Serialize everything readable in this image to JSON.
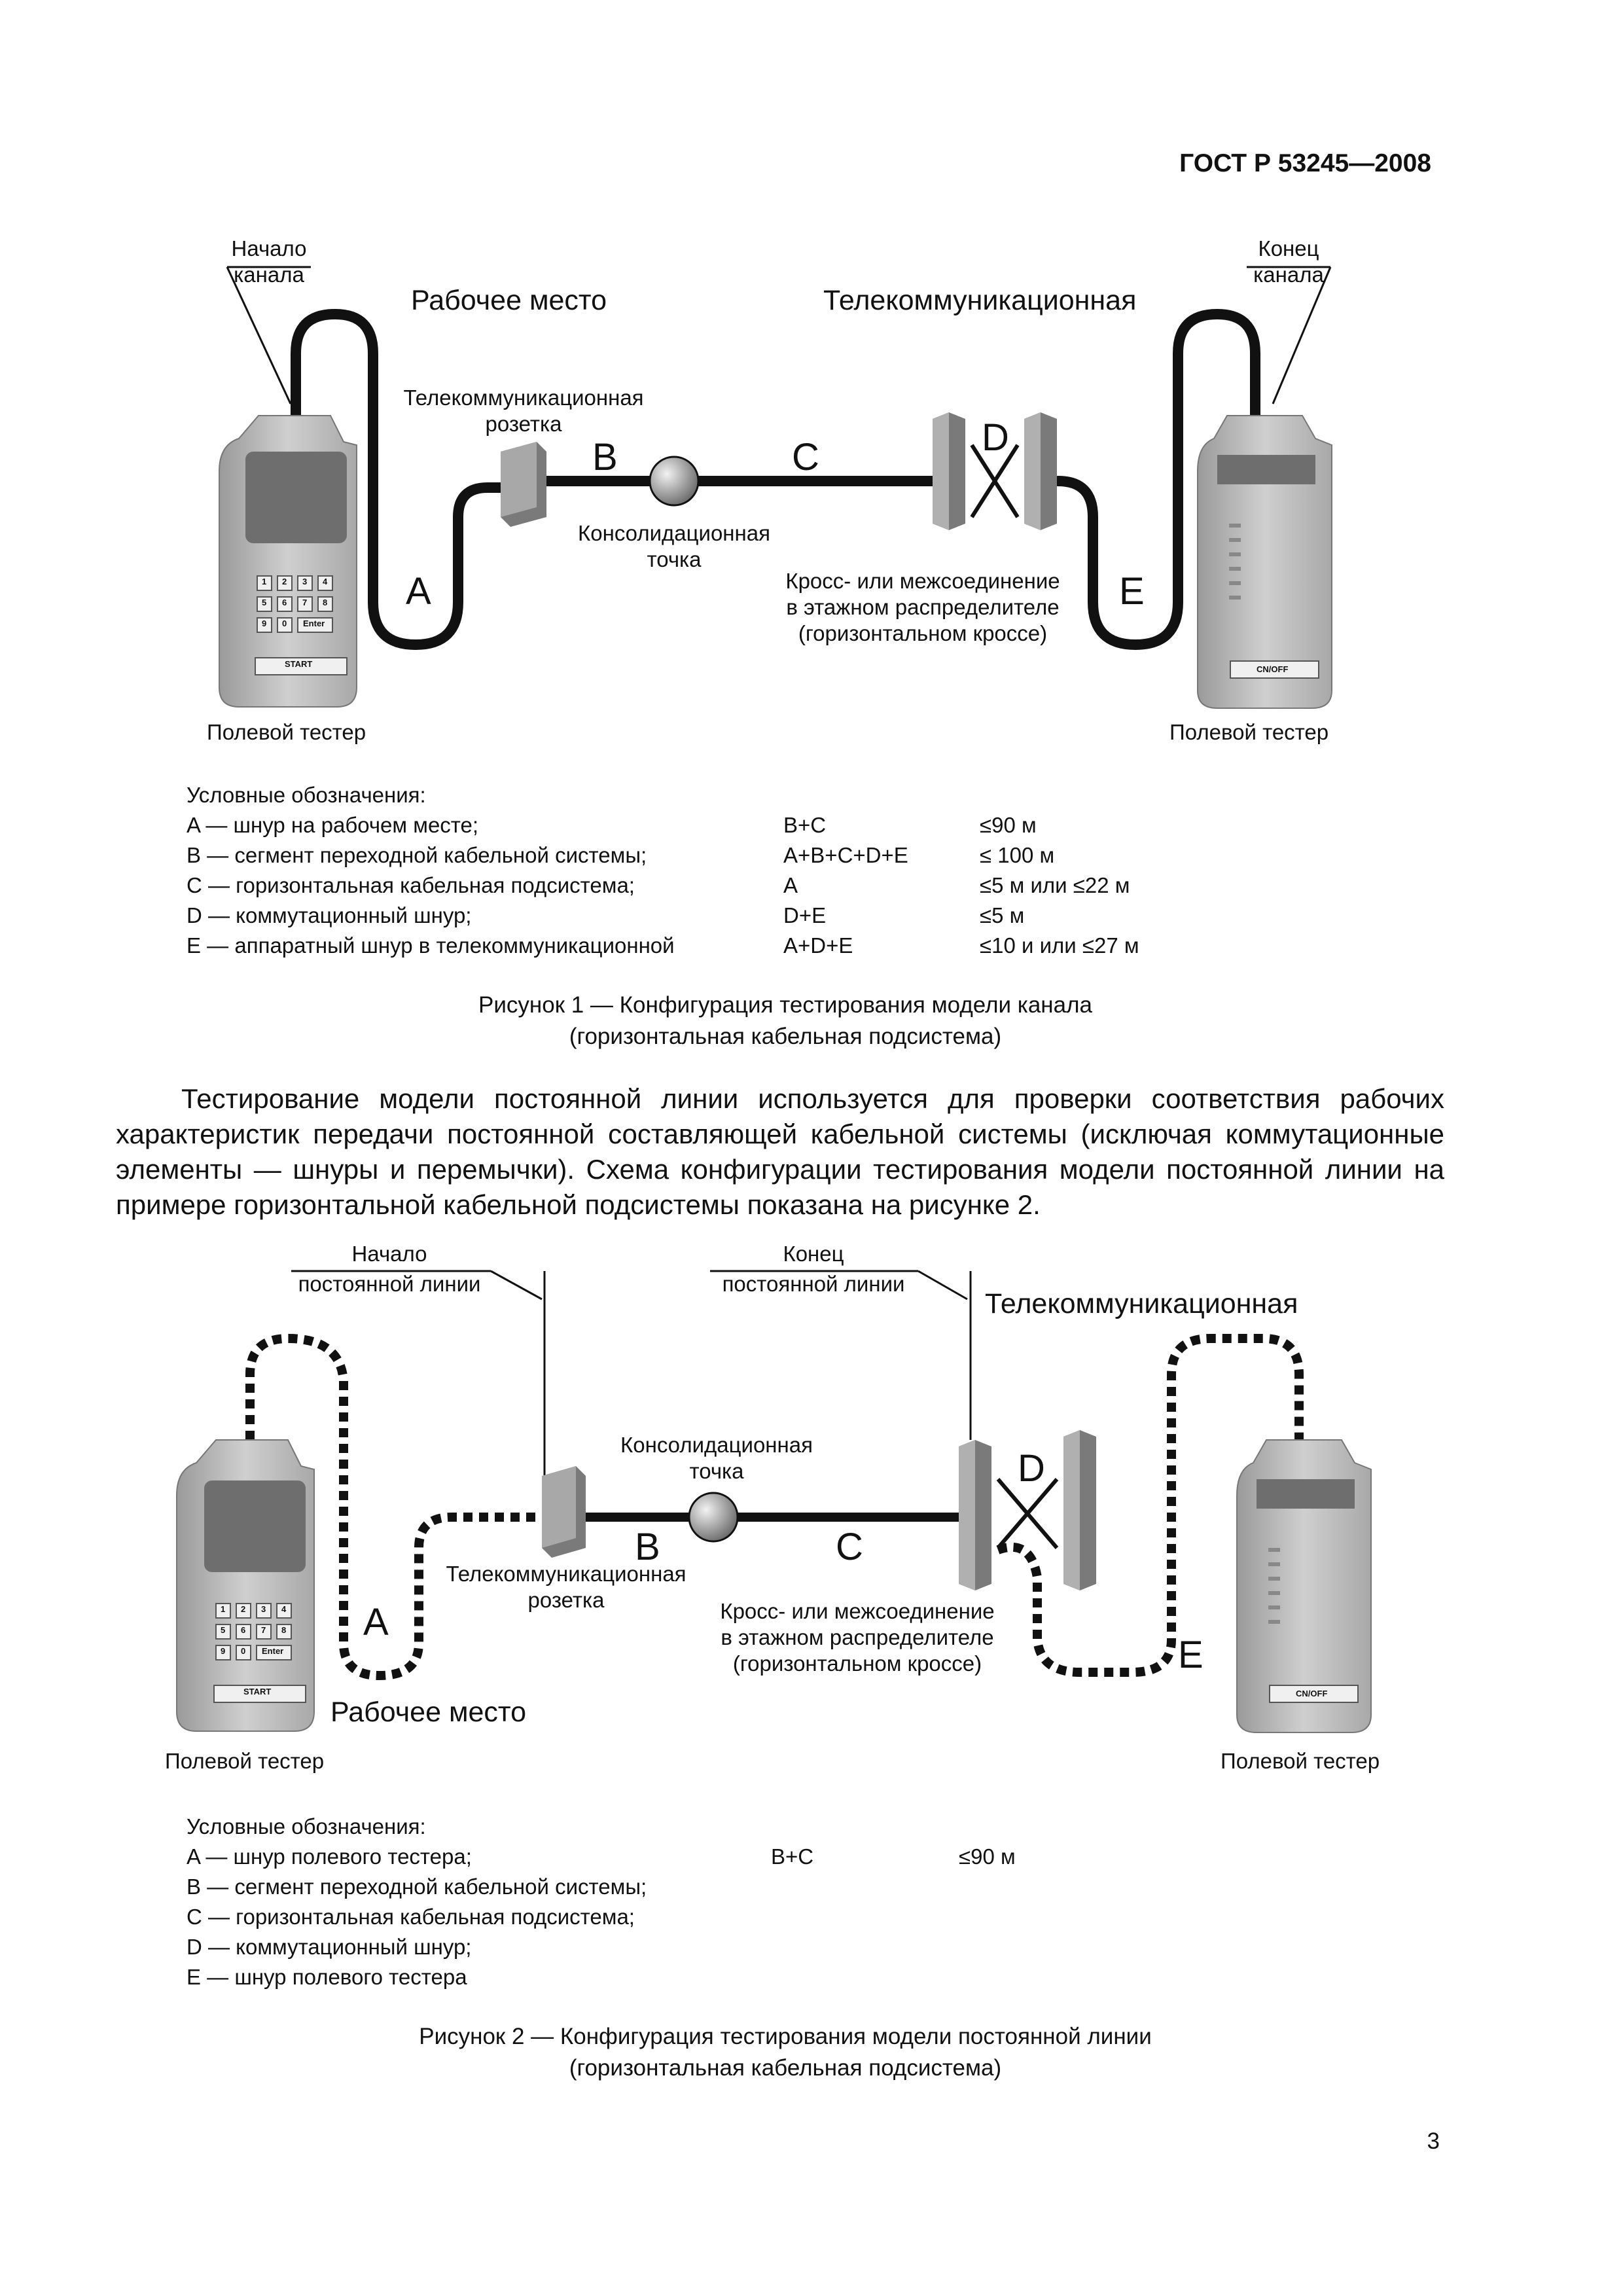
{
  "header": {
    "standard": "ГОСТ Р 53245—2008"
  },
  "figure1": {
    "start_label": [
      "Начало",
      "канала"
    ],
    "end_label": [
      "Конец",
      "канала"
    ],
    "work_area": "Рабочее место",
    "telecom": "Телекоммуникационная",
    "outlet": [
      "Телекоммуникационная",
      "розетка"
    ],
    "consolidation": [
      "Консолидационная",
      "точка"
    ],
    "cross": [
      "Кросс- или межсоединение",
      "в этажном распределителе",
      "(горизонтальном кроссе)"
    ],
    "tester_left": "Полевой тестер",
    "tester_right": "Полевой тестер",
    "letters": {
      "a": "A",
      "b": "B",
      "c": "C",
      "d": "D",
      "e": "E"
    },
    "device_left": {
      "keys": [
        "1",
        "2",
        "3",
        "4",
        "5",
        "6",
        "7",
        "8",
        "9",
        "0",
        "Enter"
      ],
      "button": "START"
    },
    "device_right": {
      "button": "CN/OFF"
    },
    "legend_title": "Условные обозначения:",
    "legend": [
      {
        "def": "A — шнур на рабочем месте;",
        "combo": "B+C",
        "limit": "≤90 м"
      },
      {
        "def": "B — сегмент переходной кабельной системы;",
        "combo": "A+B+C+D+E",
        "limit": "≤ 100 м"
      },
      {
        "def": "C — горизонтальная кабельная подсистема;",
        "combo": "A",
        "limit": "≤5 м или ≤22 м"
      },
      {
        "def": "D — коммутационный шнур;",
        "combo": "D+E",
        "limit": "≤5 м"
      },
      {
        "def": "E — аппаратный шнур в телекоммуникационной",
        "combo": "A+D+E",
        "limit": "≤10 и или ≤27 м"
      }
    ],
    "caption": [
      "Рисунок 1 — Конфигурация тестирования модели канала",
      "(горизонтальная кабельная подсистема)"
    ]
  },
  "paragraph": "Тестирование модели постоянной линии используется для проверки соответствия рабочих характеристик передачи постоянной составляющей кабельной системы (исключая коммутационные элементы — шнуры и перемычки). Схема конфигурации тестирования модели постоянной линии на примере горизонтальной кабельной подсистемы показана на рисунке 2.",
  "figure2": {
    "start_label": [
      "Начало",
      "постоянной линии"
    ],
    "end_label": [
      "Конец",
      "постоянной линии"
    ],
    "telecom": "Телекоммуникационная",
    "consolidation": [
      "Консолидационная",
      "точка"
    ],
    "outlet": [
      "Телекоммуникационная",
      "розетка"
    ],
    "cross": [
      "Кросс- или межсоединение",
      "в этажном распределителе",
      "(горизонтальном кроссе)"
    ],
    "work_area": "Рабочее место",
    "tester_left": "Полевой тестер",
    "tester_right": "Полевой тестер",
    "letters": {
      "a": "A",
      "b": "B",
      "c": "C",
      "d": "D",
      "e": "E"
    },
    "device_left": {
      "keys": [
        "1",
        "2",
        "3",
        "4",
        "5",
        "6",
        "7",
        "8",
        "9",
        "0",
        "Enter"
      ],
      "button": "START"
    },
    "device_right": {
      "button": "CN/OFF"
    },
    "legend_title": "Условные обозначения:",
    "legend": [
      {
        "def": "A — шнур полевого тестера;",
        "combo": "B+C",
        "limit": "≤90 м"
      },
      {
        "def": "B — сегмент переходной кабельной системы;",
        "combo": "",
        "limit": ""
      },
      {
        "def": "C — горизонтальная кабельная подсистема;",
        "combo": "",
        "limit": ""
      },
      {
        "def": "D — коммутационный шнур;",
        "combo": "",
        "limit": ""
      },
      {
        "def": "E — шнур полевого тестера",
        "combo": "",
        "limit": ""
      }
    ],
    "caption": [
      "Рисунок 2 — Конфигурация тестирования модели постоянной линии",
      "(горизонтальная кабельная подсистема)"
    ]
  },
  "page_number": "3"
}
